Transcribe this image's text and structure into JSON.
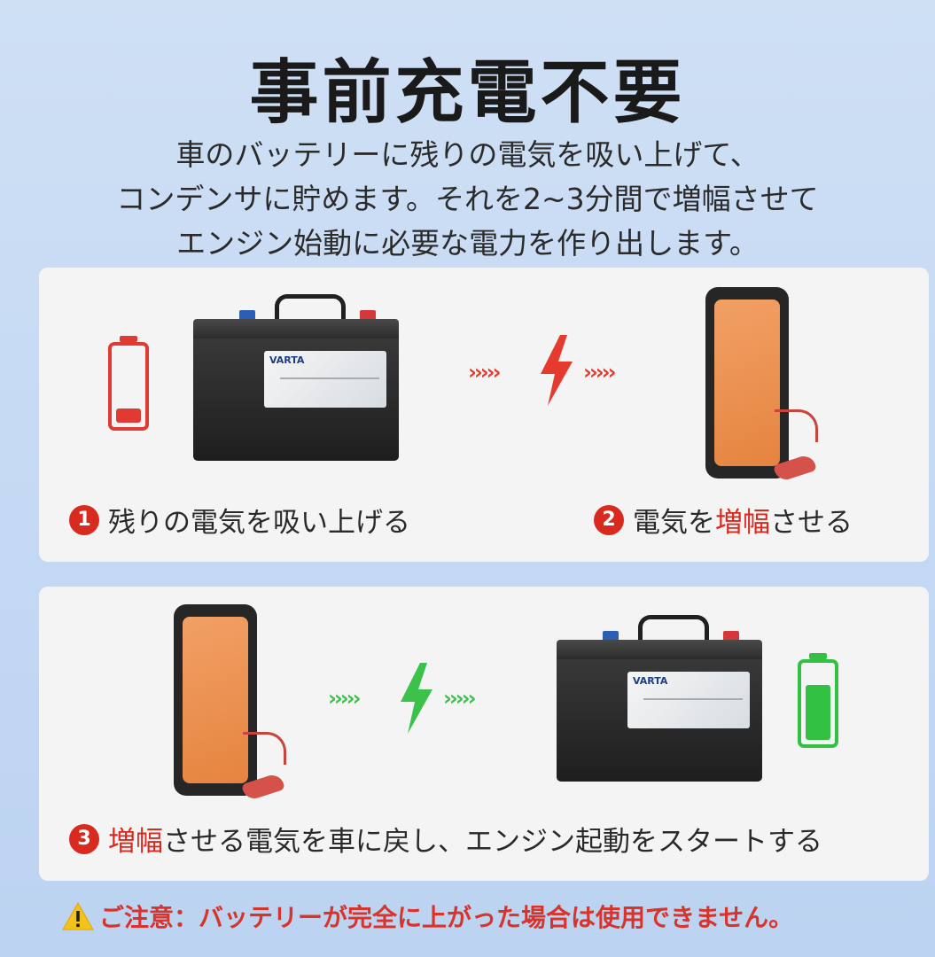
{
  "heading": {
    "title": "事前充電不要"
  },
  "description": {
    "line1": "車のバッテリーに残りの電気を吸い上げて、",
    "line2": "コンデンサに貯めます。それを2~3分間で増幅させて",
    "line3": "エンジン始動に必要な電力を作り出します。"
  },
  "step1": {
    "number": "1",
    "caption": "残りの電気を吸い上げる",
    "battery_brand": "VARTA",
    "battery_level": 0.2,
    "level_color": "#e03a32",
    "arrow_left": "›››››",
    "arrow_right": "›››››",
    "bolt_color": "#e53a2e"
  },
  "step2": {
    "number": "2",
    "caption_before": "電気を",
    "caption_highlight": "増幅",
    "caption_after": "させる"
  },
  "step3": {
    "number": "3",
    "caption_highlight": "増幅",
    "caption_after": "させる電気を車に戻し、エンジン起動をスタートする",
    "battery_brand": "VARTA",
    "battery_level": 0.75,
    "level_color": "#33c143",
    "arrow_left": "›››››",
    "arrow_right": "›››››",
    "bolt_color": "#3cc24a"
  },
  "notice": {
    "text": "ご注意：バッテリーが完全に上がった場合は使用できません。"
  },
  "colors": {
    "accent_red": "#d92a20",
    "panel_bg": "#f4f4f5",
    "page_bg": "#c6daf3"
  }
}
